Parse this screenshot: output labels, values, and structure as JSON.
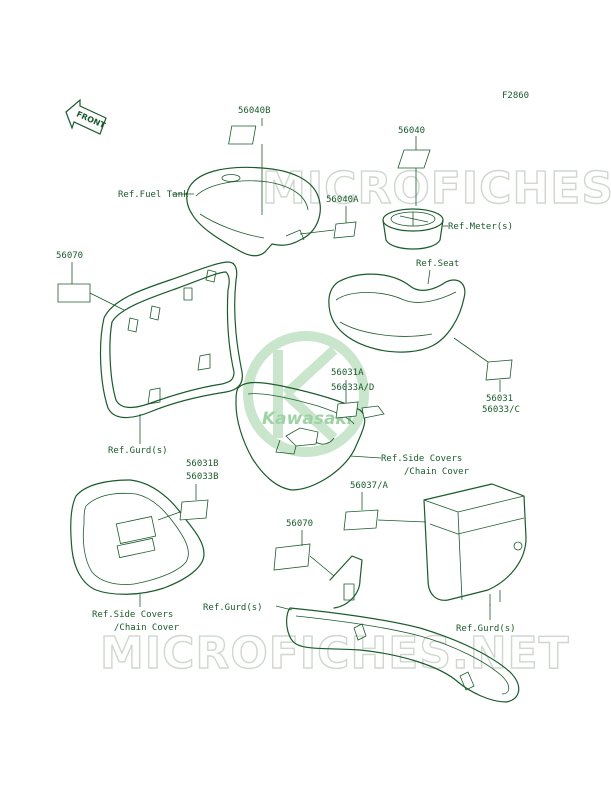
{
  "figure_code": "F2860",
  "front_arrow_label": "FRONT",
  "watermark": {
    "text": "MICROFICHES.NET",
    "logo_text": "Kawasaki"
  },
  "part_numbers": {
    "p56040B": "56040B",
    "p56040": "56040",
    "p56040A": "56040A",
    "p56070_top": "56070",
    "p56031A": "56031A",
    "p56033AD": "56033A/D",
    "p56031": "56031",
    "p56033C": "56033/C",
    "p56031B": "56031B",
    "p56033B": "56033B",
    "p56037A": "56037/A",
    "p56070_bottom": "56070"
  },
  "references": {
    "fuel_tank": "Ref.Fuel Tank",
    "meter": "Ref.Meter(s)",
    "seat": "Ref.Seat",
    "gurd_left": "Ref.Gurd(s)",
    "side_covers_right_1": "Ref.Side Covers",
    "side_covers_right_2": "/Chain Cover",
    "side_covers_left_1": "Ref.Side Covers",
    "side_covers_left_2": "/Chain Cover",
    "gurd_bottom": "Ref.Gurd(s)",
    "gurd_right": "Ref.Gurd(s)"
  }
}
